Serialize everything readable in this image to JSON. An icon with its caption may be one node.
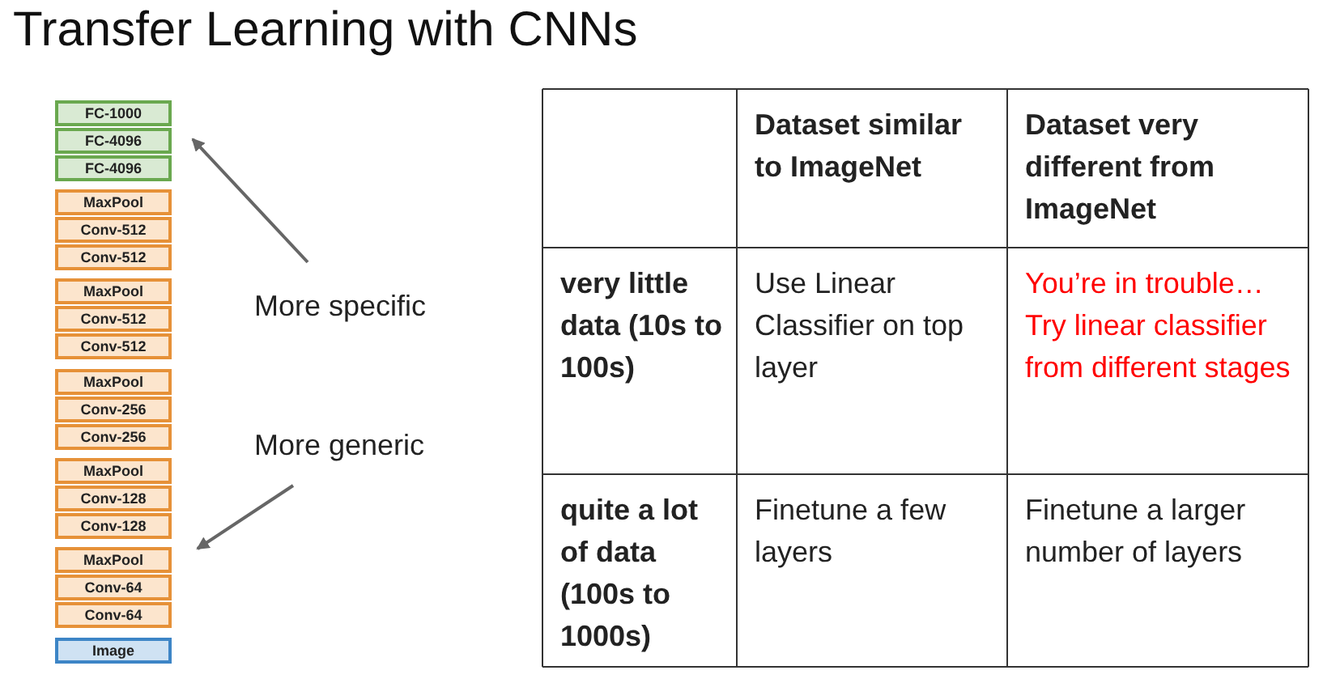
{
  "diagram": {
    "title": "Transfer Learning with CNNs",
    "nodes": [
      {
        "text": [
          "FC-1000"
        ]
      },
      {
        "text": [
          "FC-4096"
        ]
      },
      {
        "text": [
          "FC-4096"
        ]
      },
      {
        "text": [
          "MaxPool"
        ]
      },
      {
        "text": [
          "Conv-512"
        ]
      },
      {
        "text": [
          "Conv-512"
        ]
      },
      {
        "text": [
          "MaxPool"
        ]
      },
      {
        "text": [
          "Conv-512"
        ]
      },
      {
        "text": [
          "Conv-512"
        ]
      },
      {
        "text": [
          "MaxPool"
        ]
      },
      {
        "text": [
          "Conv-256"
        ]
      },
      {
        "text": [
          "Conv-256"
        ]
      },
      {
        "text": [
          "MaxPool"
        ]
      },
      {
        "text": [
          "Conv-128"
        ]
      },
      {
        "text": [
          "Conv-128"
        ]
      },
      {
        "text": [
          "MaxPool"
        ]
      },
      {
        "text": [
          "Conv-64"
        ]
      },
      {
        "text": [
          "Conv-64"
        ]
      },
      {
        "text": [
          "Image"
        ]
      }
    ],
    "edges": [],
    "labels": [
      "More specific",
      "More generic",
      "Dataset similar to ImageNet",
      "Dataset very different from ImageNet",
      "very little data (10s to 100s)",
      "Use Linear Classifier on top layer",
      "You’re in trouble…",
      "Try linear classifier from different stages",
      "quite a lot of data (100s to 1000s)",
      "Finetune a few layers",
      "Finetune a larger number of layers"
    ]
  }
}
